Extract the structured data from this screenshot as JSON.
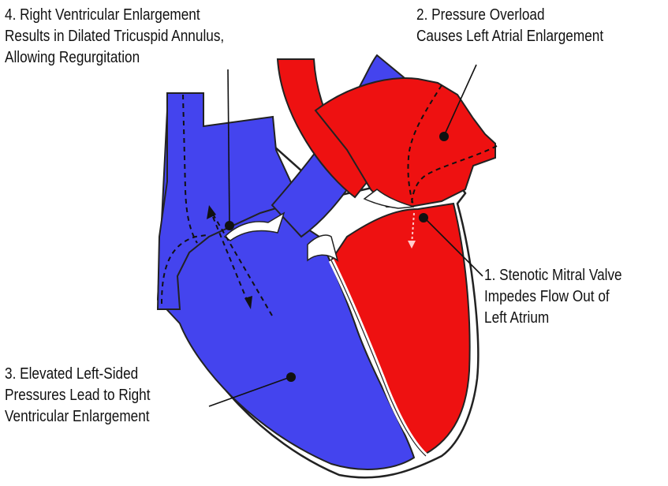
{
  "colors": {
    "right_heart": "#4444ee",
    "left_heart": "#ee1111",
    "outline": "#222222",
    "background": "#ffffff"
  },
  "annotations": [
    {
      "number": "4.",
      "lines": [
        "4. Right Ventricular Enlargement",
        "Results in Dilated Tricuspid Annulus,",
        "Allowing Regurgitation"
      ]
    },
    {
      "number": "2.",
      "lines": [
        "2. Pressure Overload",
        "Causes Left Atrial Enlargement"
      ]
    },
    {
      "number": "1.",
      "lines": [
        "1. Stenotic Mitral Valve",
        "Impedes Flow Out of",
        "Left Atrium"
      ]
    },
    {
      "number": "3.",
      "lines": [
        "3. Elevated Left-Sided",
        "Pressures Lead to Right",
        "Ventricular Enlargement"
      ]
    }
  ]
}
